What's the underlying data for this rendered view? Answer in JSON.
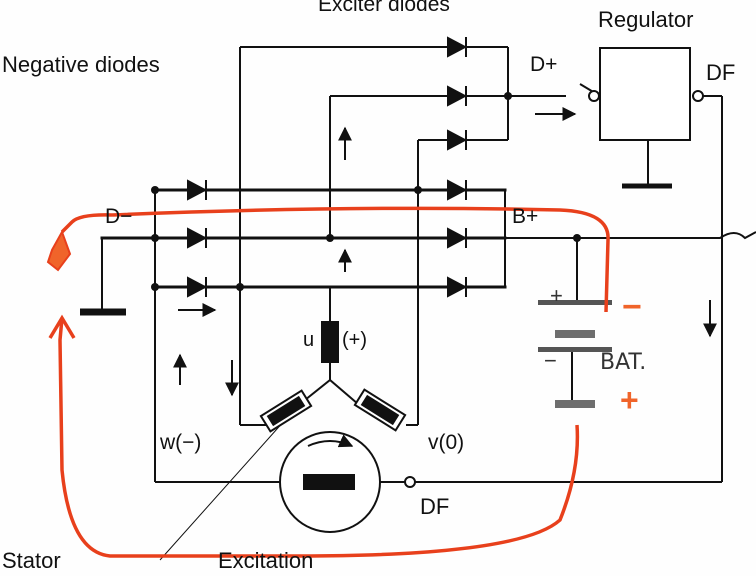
{
  "diagram": {
    "title_exciter": "Exciter diodes",
    "title_regulator": "Regulator",
    "negative_diodes": "Negative diodes",
    "d_plus": "D+",
    "df_regulator": "DF",
    "d_minus": "D−",
    "b_plus": "B+",
    "u_phase": "u",
    "u_sign": "(+)",
    "w_phase": "w(−)",
    "v_phase": "v(0)",
    "df_bottom": "DF",
    "stator": "Stator",
    "excitation": "Excitation",
    "battery": "BAT.",
    "battery_top_sign": "+",
    "battery_bottom_sign": "−",
    "red_minus": "−",
    "red_plus": "+"
  },
  "colors": {
    "wire": "#111111",
    "red_path": "#e8401c",
    "orange_marks": "#f0642a",
    "battery_plate": "#6e6e6e"
  }
}
